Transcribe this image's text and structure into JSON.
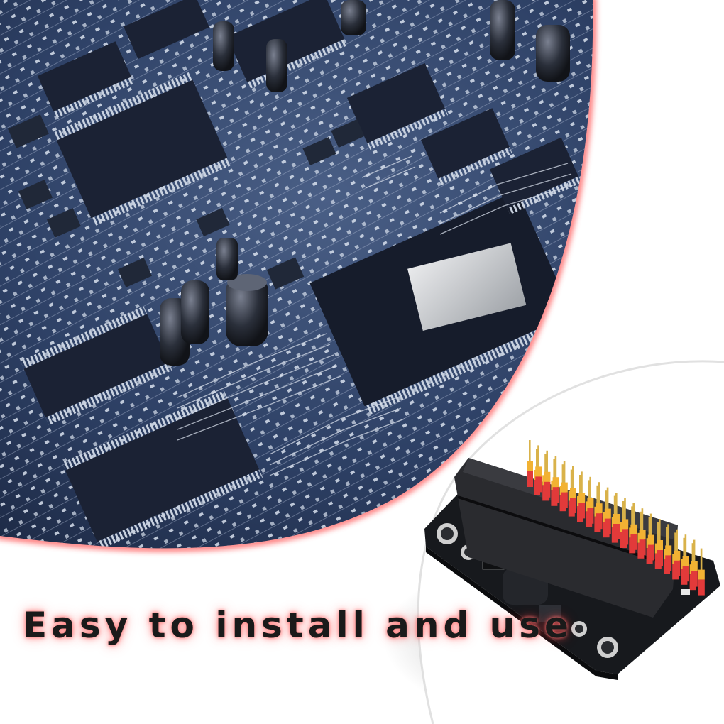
{
  "caption": "Easy to install and use",
  "colors": {
    "pcb_base": "#2b3b5c",
    "pcb_trace": "#dfe6f2",
    "chip": "#1b2234",
    "edge_glow": "#ff4d4d",
    "board": "#16181c",
    "pin_header_yellow": "#f2b233",
    "pin_header_red": "#e23a3a",
    "pin_gold": "#d9b24a"
  },
  "icons": {
    "photo_1": "circuit-board-photo",
    "photo_2": "microbit-breakout-board-photo"
  }
}
